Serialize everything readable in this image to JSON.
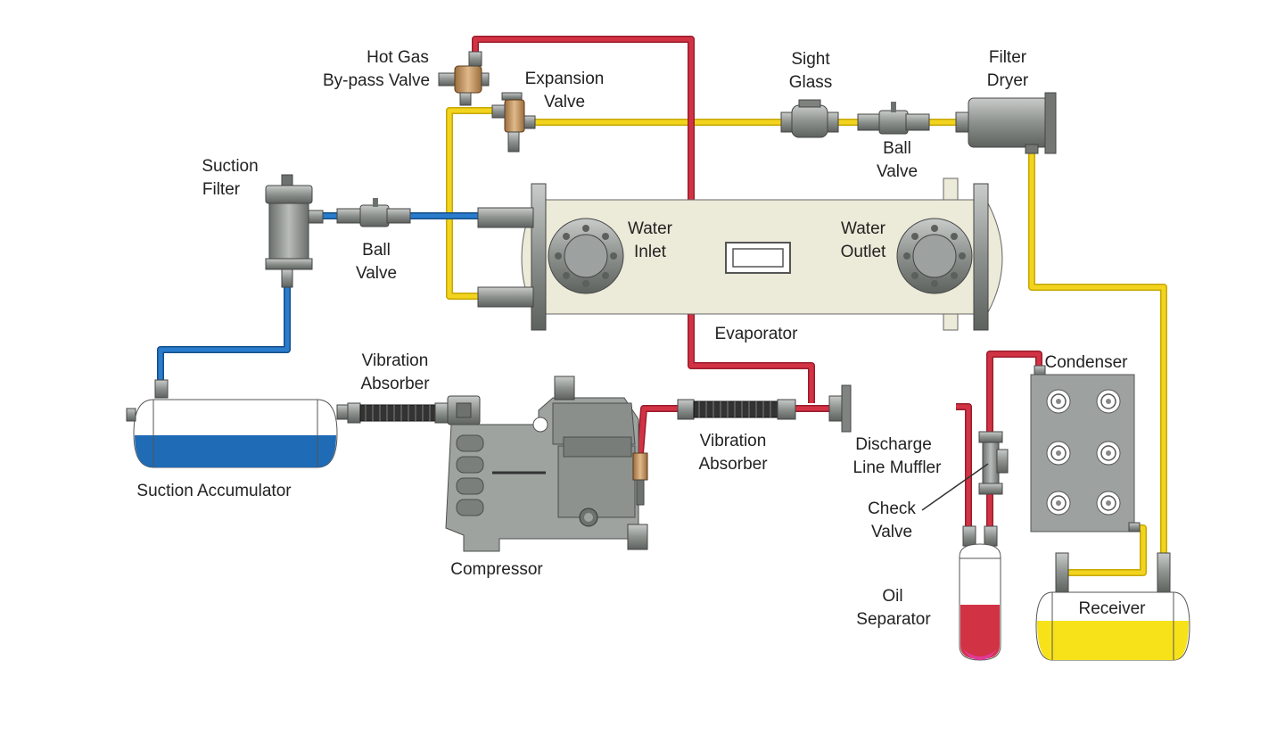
{
  "labels": {
    "hot_gas_line1": "Hot Gas",
    "hot_gas_line2": "By-pass Valve",
    "expansion_line1": "Expansion",
    "expansion_line2": "Valve",
    "sight_line1": "Sight",
    "sight_line2": "Glass",
    "filter_dryer_line1": "Filter",
    "filter_dryer_line2": "Dryer",
    "ball_valve_top_line1": "Ball",
    "ball_valve_top_line2": "Valve",
    "suction_filter_line1": "Suction",
    "suction_filter_line2": "Filter",
    "ball_valve_left_line1": "Ball",
    "ball_valve_left_line2": "Valve",
    "water_inlet_line1": "Water",
    "water_inlet_line2": "Inlet",
    "water_outlet_line1": "Water",
    "water_outlet_line2": "Outlet",
    "evaporator": "Evaporator",
    "vib_left_line1": "Vibration",
    "vib_left_line2": "Absorber",
    "vib_right_line1": "Vibration",
    "vib_right_line2": "Absorber",
    "suction_accumulator": "Suction Accumulator",
    "compressor": "Compressor",
    "discharge_line1": "Discharge",
    "discharge_line2": "Line Muffler",
    "check_line1": "Check",
    "check_line2": "Valve",
    "oil_line1": "Oil",
    "oil_line2": "Separator",
    "condenser": "Condenser",
    "receiver": "Receiver"
  },
  "colors": {
    "liquid_line": "#f2d41f",
    "suction_line": "#1f6bb5",
    "discharge_line": "#c8283c",
    "metal": "#8a8f8c",
    "evaporator_body": "#ecead8"
  }
}
